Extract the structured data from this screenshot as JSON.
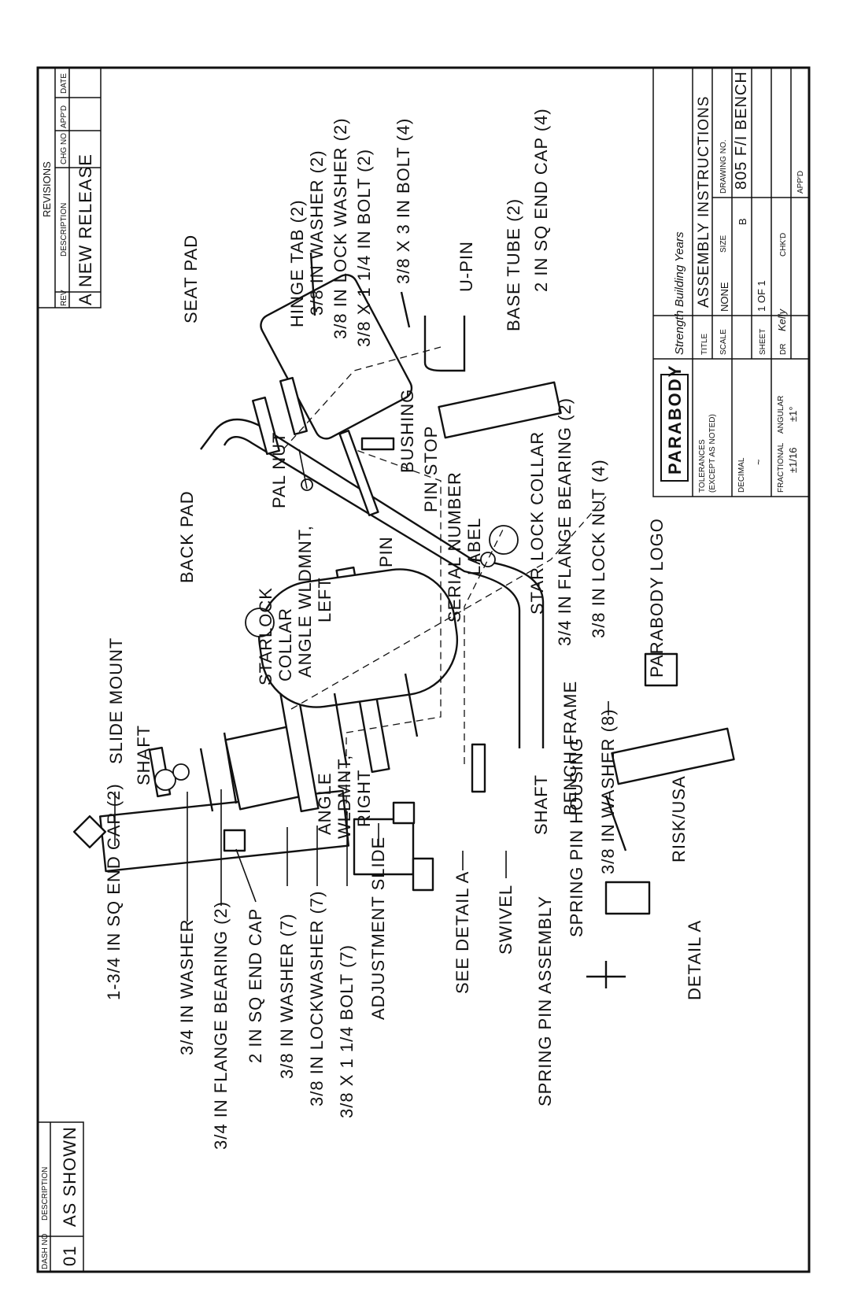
{
  "dash_table": {
    "headers": [
      "DASH NO",
      "DESCRIPTION"
    ],
    "dash_no": "01",
    "description": "AS SHOWN"
  },
  "revisions": {
    "title": "REVISIONS",
    "headers": [
      "REV",
      "DESCRIPTION",
      "CHG NO",
      "APP'D",
      "DATE"
    ],
    "rows": [
      {
        "rev": "A",
        "description": "NEW RELEASE",
        "chg_no": "",
        "appd": "",
        "date": ""
      }
    ]
  },
  "labels": {
    "end_cap_134": "1-3/4 IN SQ END CAP (2)",
    "shaft_top": "SHAFT",
    "slide_mount": "SLIDE MOUNT",
    "washer_34": "3/4 IN WASHER",
    "flange_bearing_34": "3/4 IN FLANGE BEARING (2)",
    "end_cap_2": "2 IN SQ END CAP",
    "washer_38_7": "3/8 IN WASHER (7)",
    "lockwasher_38_7": "3/8 IN LOCKWASHER (7)",
    "bolt_38_114_7": "3/8 X 1 1/4 BOLT (7)",
    "adjustment_slide": "ADJUSTMENT SLIDE",
    "see_detail_a": "SEE DETAIL A",
    "swivel": "SWIVEL",
    "shaft_bottom": "SHAFT",
    "spring_pin_housing": "SPRING PIN HOUSING",
    "spring_pin_assembly": "SPRING PIN ASSEMBLY",
    "detail_a": "DETAIL A",
    "washer_38_8": "3/8 IN WASHER (8)",
    "bench_frame": "BENCH FRAME",
    "risk_usa": "RISK/USA",
    "angle_right_1": "ANGLE",
    "angle_right_2": "WLDMNT,",
    "angle_right_3": "RIGHT",
    "angle_left_1": "ANGLE WLDMNT,",
    "angle_left_2": "LEFT",
    "starlock_collar_1": "STARLOCK",
    "starlock_collar_2": "COLLAR",
    "back_pad": "BACK PAD",
    "pin": "PIN",
    "serial_label_1": "SERIAL NUMBER",
    "serial_label_2": "LABEL",
    "star_lock_collar": "STAR LOCK COLLAR",
    "flange_bearing_2": "3/4 IN FLANGE BEARING (2)",
    "lock_nut_38": "3/8 IN LOCK NUT (4)",
    "parabody_logo": "PARABODY LOGO",
    "pal_nut": "PAL NUT",
    "bushing": "BUSHING",
    "pin_stop": "PIN STOP",
    "seat_pad": "SEAT PAD",
    "hinge_tab": "HINGE TAB (2)",
    "washer_38_2": "3/8 IN WASHER (2)",
    "lock_washer_38_2": "3/8 IN LOCK WASHER (2)",
    "bolt_38_114_2": "3/8 X 1 1/4 IN BOLT (2)",
    "bolt_38_3_4": "3/8 X 3 IN BOLT (4)",
    "u_pin": "U-PIN",
    "base_tube": "BASE TUBE (2)",
    "end_cap_2_4": "2 IN SQ END CAP (4)"
  },
  "title_block": {
    "logo_text": "PARABODY",
    "tagline": "Strength Building Years",
    "tolerances_1": "TOLERANCES",
    "tolerances_2": "(EXCEPT AS NOTED)",
    "decimal_label": "DECIMAL",
    "decimal_value": "~",
    "fractional_label": "FRACTIONAL",
    "fractional_value": "±1/16",
    "angular_label": "ANGULAR",
    "angular_value": "±1°",
    "title_label": "TITLE",
    "title_value": "ASSEMBLY INSTRUCTIONS",
    "scale_label": "SCALE",
    "scale_value": "NONE",
    "size_label": "SIZE",
    "size_value": "B",
    "drawing_no_label": "DRAWING NO.",
    "drawing_no_value": "805 F/I BENCH",
    "sheet_label": "SHEET",
    "sheet_value": "1 OF 1",
    "dr_label": "DR",
    "dr_value": "Kelly",
    "chkd_label": "CHK'D",
    "appd_label": "APP'D"
  }
}
